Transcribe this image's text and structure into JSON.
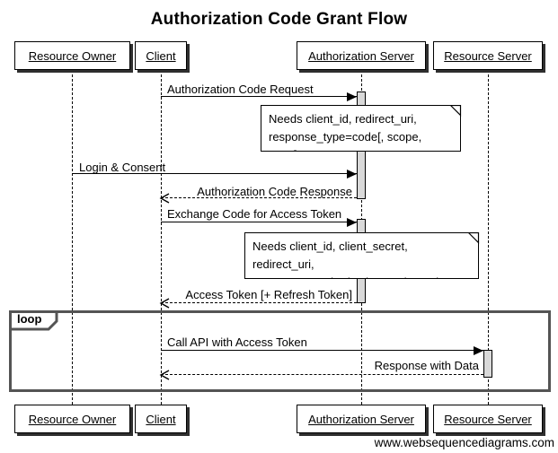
{
  "title": "Authorization Code Grant Flow",
  "footer": "www.websequencediagrams.com",
  "actors": [
    {
      "name": "Resource Owner"
    },
    {
      "name": "Client"
    },
    {
      "name": "Authorization Server"
    },
    {
      "name": "Resource Server"
    }
  ],
  "messages": [
    {
      "label": "Authorization Code Request",
      "from": "Client",
      "to": "Authorization Server",
      "type": "solid-call"
    },
    {
      "label": "Login & Consent",
      "from": "Resource Owner",
      "to": "Authorization Server",
      "type": "solid-call"
    },
    {
      "label": "Authorization Code Response",
      "from": "Authorization Server",
      "to": "Client",
      "type": "dashed-return"
    },
    {
      "label": "Exchange Code for Access Token",
      "from": "Client",
      "to": "Authorization Server",
      "type": "solid-call"
    },
    {
      "label": "Access Token [+ Refresh Token]",
      "from": "Authorization Server",
      "to": "Client",
      "type": "dashed-return"
    },
    {
      "label": "Call API with Access Token",
      "from": "Client",
      "to": "Resource Server",
      "type": "solid-call"
    },
    {
      "label": "Response with Data",
      "from": "Resource Server",
      "to": "Client",
      "type": "dashed-return"
    }
  ],
  "notes": [
    {
      "lines": [
        "Needs client_id, redirect_uri,",
        "response_type=code[, scope, state]"
      ]
    },
    {
      "lines": [
        "Needs client_id, client_secret, redirect_uri,",
        "grant_type=authorization_code, code"
      ]
    }
  ],
  "fragment": {
    "label": "loop"
  },
  "colors": {
    "background": "#ffffff",
    "line": "#000000",
    "activation_fill": "#d9d9d9",
    "fragment_border": "#545454",
    "note_fill": "#ffffff",
    "shadow": "#2f2f2f"
  }
}
